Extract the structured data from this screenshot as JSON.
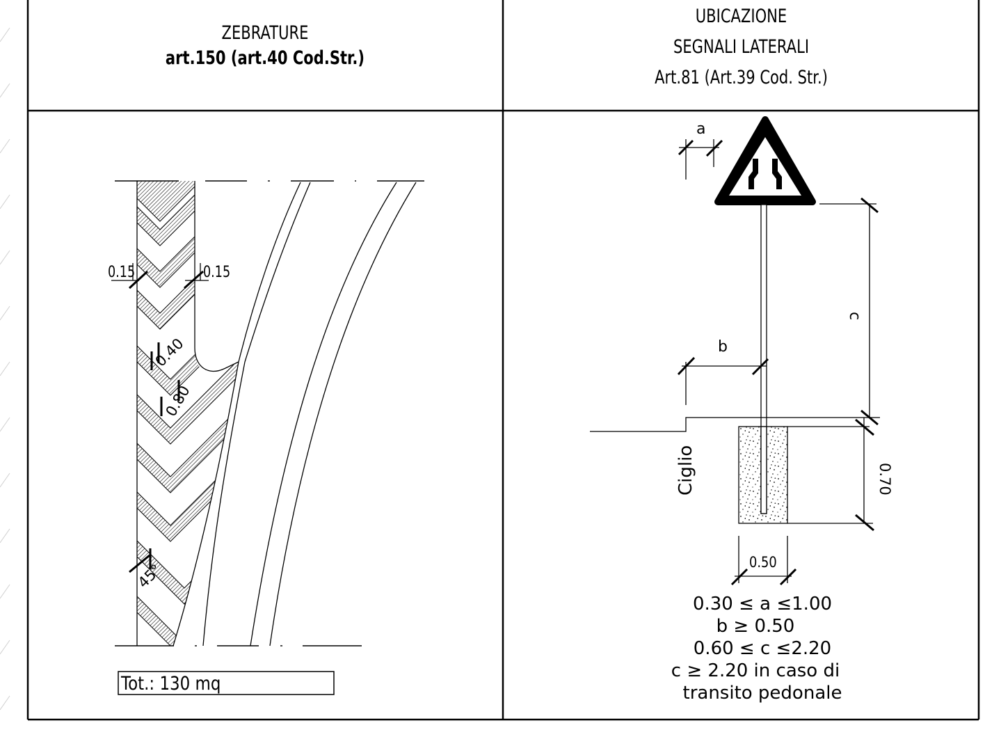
{
  "left_panel": {
    "title_line1": "ZEBRATURE",
    "title_line2": "art.150 (art.40 Cod.Str.)",
    "dimensions": {
      "width_left": "0.15",
      "width_right": "0.15",
      "stripe_width": "0.40",
      "stripe_gap": "0.80",
      "angle": "45°"
    },
    "total_area": "Tot.: 130 mq"
  },
  "right_panel": {
    "title_line1": "UBICAZIONE",
    "title_line2": "SEGNALI LATERALI",
    "title_line3": "Art.81 (Art.39 Cod. Str.)",
    "dimensions": {
      "a": "a",
      "b": "b",
      "c": "c",
      "foundation_depth": "0.70",
      "foundation_width": "0.50"
    },
    "curb_label": "Ciglio",
    "rules": [
      "0.30 ≤ a ≤1.00",
      "b ≥ 0.50",
      "0.60 ≤ c ≤2.20",
      "c ≥ 2.20 in caso di",
      "transito pedonale"
    ]
  }
}
